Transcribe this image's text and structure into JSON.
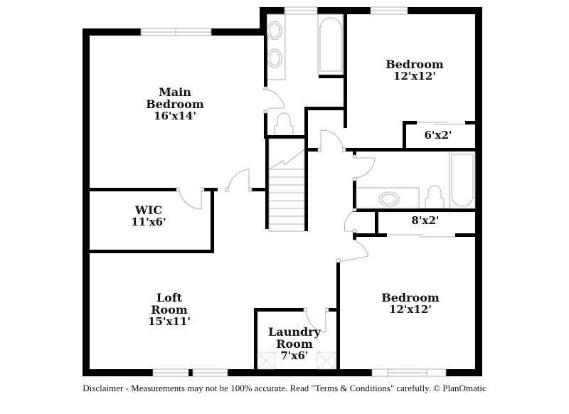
{
  "floorplan": {
    "rooms": {
      "main_bedroom": {
        "name_line1": "Main",
        "name_line2": "Bedroom",
        "dimensions": "16'x14'"
      },
      "bedroom_top_right": {
        "name": "Bedroom",
        "dimensions": "12'x12'"
      },
      "closet_top_right": {
        "dimensions": "6'x2'"
      },
      "wic": {
        "name": "WIC",
        "dimensions": "11'x6'"
      },
      "closet_middle_right": {
        "dimensions": "8'x2'"
      },
      "loft_room": {
        "name_line1": "Loft",
        "name_line2": "Room",
        "dimensions": "15'x11'"
      },
      "laundry_room": {
        "name_line1": "Laundry",
        "name_line2": "Room",
        "dimensions": "7'x6'"
      },
      "bedroom_bottom_right": {
        "name": "Bedroom",
        "dimensions": "12'x12'"
      }
    },
    "colors": {
      "wall": "#000000",
      "fixture_stroke": "#9a9a9a",
      "background": "#ffffff"
    }
  },
  "footer": {
    "disclaimer": "Disclaimer - Measurements may not be 100% accurate. Read \"Terms & Conditions\" carefully. © PlanOmatic"
  }
}
